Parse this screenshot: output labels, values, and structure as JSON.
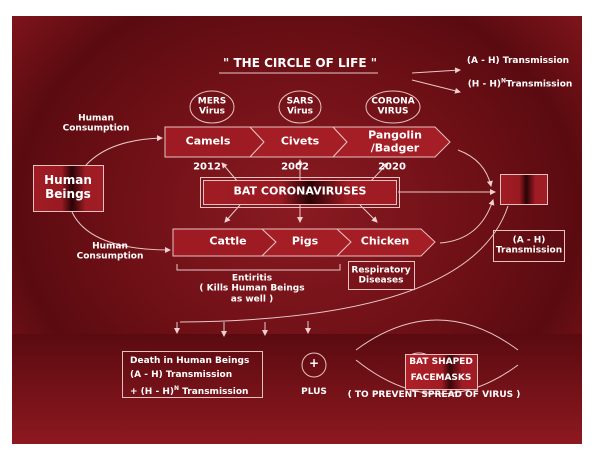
{
  "title": "\" THE CIRCLE OF LIFE \"",
  "legend": {
    "ah": "(A - H) Transmission",
    "hh_prefix": "(H - H)",
    "hh_sup": "N",
    "hh_suffix": "Transmission"
  },
  "viruses": [
    {
      "line1": "MERS",
      "line2": "Virus"
    },
    {
      "line1": "SARS",
      "line2": "Virus"
    },
    {
      "line1": "CORONA",
      "line2": "VIRUS"
    }
  ],
  "top_row": [
    "Camels",
    "Civets",
    "Pangolin\n/Badger"
  ],
  "years": [
    "2012",
    "2002",
    "2020"
  ],
  "human_consumption": "Human\nConsumption",
  "human_beings": "Human\nBeings",
  "bat": "BAT CORONAVIRUSES",
  "bottom_row": [
    "Cattle",
    "Pigs",
    "Chicken"
  ],
  "respiratory": "Respiratory\nDiseases",
  "entiritis": "Entiritis\n( Kills Human Beings\nas well )",
  "ah_box": "(A - H)\nTransmission",
  "death": {
    "line1": "Death in Human Beings",
    "line2": "(A - H) Transmission",
    "line3_prefix": "+ (H - H)",
    "line3_sup": "N",
    "line3_suffix": " Transmission"
  },
  "plus_symbol": "+",
  "plus": "PLUS",
  "mask": {
    "bat": "BAT",
    "shaped": "SHAPED",
    "facemasks": "FACEMASKS"
  },
  "prevent": "( TO PREVENT SPREAD OF VIRUS )"
}
